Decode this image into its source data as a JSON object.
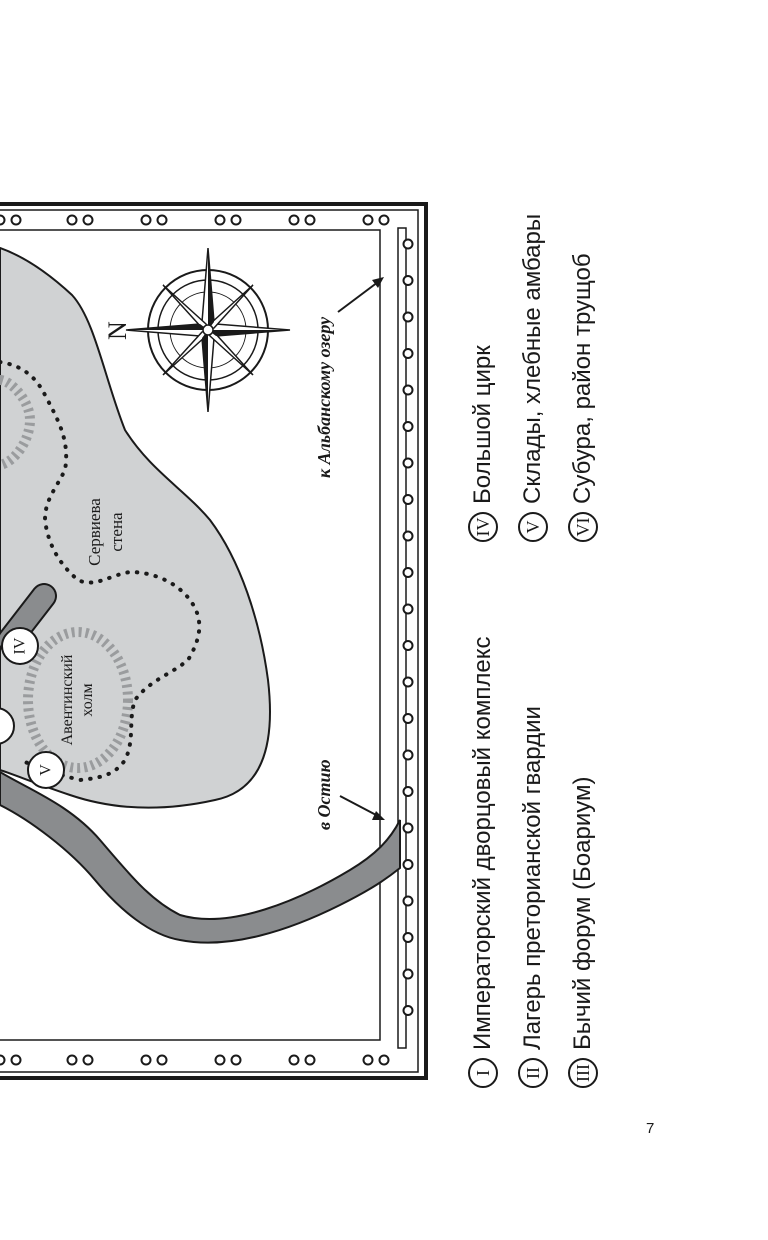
{
  "map": {
    "compass_label": "N",
    "labels": {
      "aventine": "Авентинский холм",
      "servian_wall": "Сервиева стена",
      "to_alban_lake": "к Альбанскому озеру",
      "to_ostia": "в Остию"
    },
    "markers": [
      {
        "id": "IV",
        "label": "IV"
      },
      {
        "id": "V",
        "label": "V"
      }
    ],
    "colors": {
      "land": "#d0d2d3",
      "river": "#8a8c8e",
      "frame": "#1a1a1a",
      "hill_hatch": "#9a9c9e"
    }
  },
  "legend": [
    {
      "numeral": "I",
      "text": "Императорский дворцовый комплекс"
    },
    {
      "numeral": "II",
      "text": "Лагерь преторианской гвардии"
    },
    {
      "numeral": "III",
      "text": "Бычий форум (Боариум)"
    },
    {
      "numeral": "IV",
      "text": "Большой цирк"
    },
    {
      "numeral": "V",
      "text": "Склады, хлебные амбары"
    },
    {
      "numeral": "VI",
      "text": "Субура, район трущоб"
    }
  ],
  "page_number": "7"
}
